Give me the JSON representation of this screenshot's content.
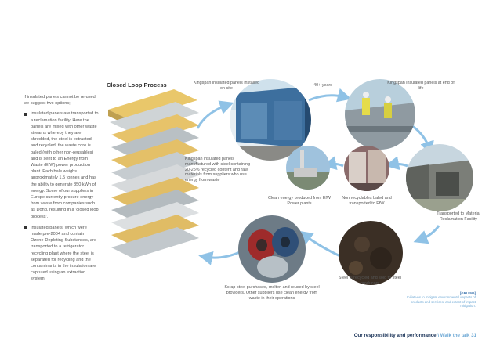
{
  "left_column": {
    "intro": "If insulated panels cannot be re-used, we suggest two options;",
    "bullets": [
      "Insulated panels are transported to a reclamation facility. Here the panels are mixed with other waste streams whereby they are shredded, the steel is extracted and recycled, the waste core is baled (with other non-reusables) and is sent to an Energy from Waste (EfW) power production plant. Each bale weighs approximately 1.5 tonnes and has the ability to generate 850 kWh of energy. Some of our suppliers in Europe currently procure energy from waste from companies such as Dong, resulting in a 'closed loop process'.",
      "Insulated panels, which were made pre-2004 and contain Ozone-Depleting Substances, are transported to a refrigerator recycling plant where the steel is separated for recycling and the contaminants in the insulation are captured using an extraction system."
    ]
  },
  "diagram": {
    "title": "Closed Loop Process",
    "captions": {
      "installed": "Kingspan insulated panels installed on site",
      "years": "40+ years",
      "end_of_life": "Kingspan insulated panels at end of life",
      "manufactured": "Kingspan insulated panels manufactured with steel containing 20-25% recycled content and raw materials from suppliers who use energy from waste",
      "clean_energy": "Clean energy produced from EfW Power plants",
      "baled": "Non recyclables baled and transported to EfW",
      "reclamation": "Transported to Material Reclamation Facility",
      "recycled": "Steel is recycled and sold to steel producers",
      "scrap": "Scrap steel purchased, molten and reused by steel providers. Other suppliers use clean energy from waste in their operations"
    },
    "photos": {
      "building": "building-photo",
      "workers": "workers-on-roof-photo",
      "power_plant": "power-plant-photo",
      "bales": "bales-photo",
      "facility": "reclamation-facility-photo",
      "coils": "steel-coils-photo",
      "soil": "shredded-material-photo"
    },
    "colors": {
      "arrow": "#8fc2e6",
      "accent_dark": "#1a3358",
      "accent_light": "#6ba7d4"
    }
  },
  "note": {
    "code": "[GRI EN6]",
    "text": "Initiatives to mitigate environmental impacts of products and services, and extent of impact mitigation."
  },
  "footer": {
    "section": "Our responsibility and performance",
    "separator": " \\ ",
    "sub": "Walk the talk",
    "page": "31"
  }
}
